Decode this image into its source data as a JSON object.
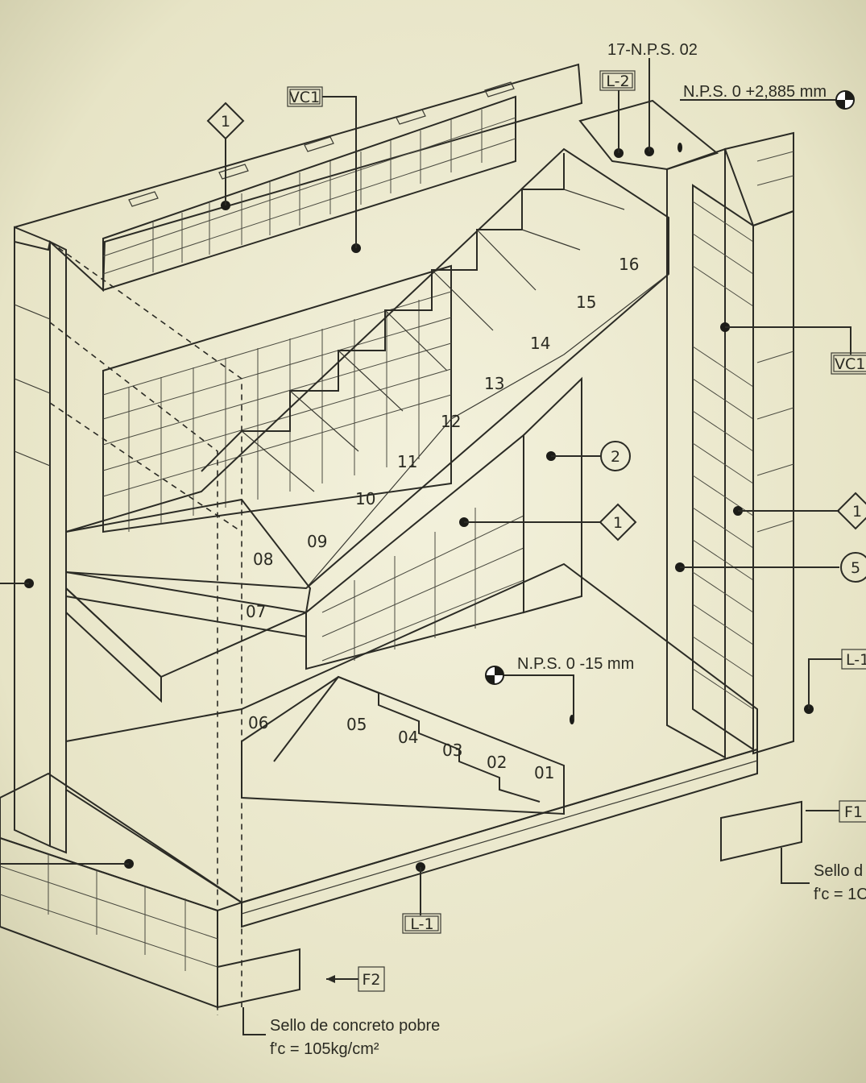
{
  "levels": {
    "top_slab_label": "17-N.P.S. 02",
    "upper_level": "N.P.S. 0 +2,885 mm",
    "lower_level": "N.P.S. 0 -15 mm"
  },
  "tags": {
    "vc1_left": "VC1",
    "vc1_right": "VC1",
    "l2": "L-2",
    "l1_bottom": "L-1",
    "l1_right": "L-1",
    "f1": "F1",
    "f2": "F2"
  },
  "callouts": {
    "diamond_top": "1",
    "diamond_mid": "1",
    "diamond_right": "1",
    "circle_2": "2",
    "circle_5": "5"
  },
  "steps": [
    "01",
    "02",
    "03",
    "04",
    "05",
    "06",
    "07",
    "08",
    "09",
    "10",
    "11",
    "12",
    "13",
    "14",
    "15",
    "16"
  ],
  "notes": {
    "seal_left_line1": "Sello de concreto pobre",
    "seal_left_line2": "f'c = 105kg/cm²",
    "seal_right_line1": "Sello d",
    "seal_right_line2": "f'c = 1C"
  },
  "colors": {
    "background": "#e9e6c9",
    "ink": "#2b2b25"
  }
}
